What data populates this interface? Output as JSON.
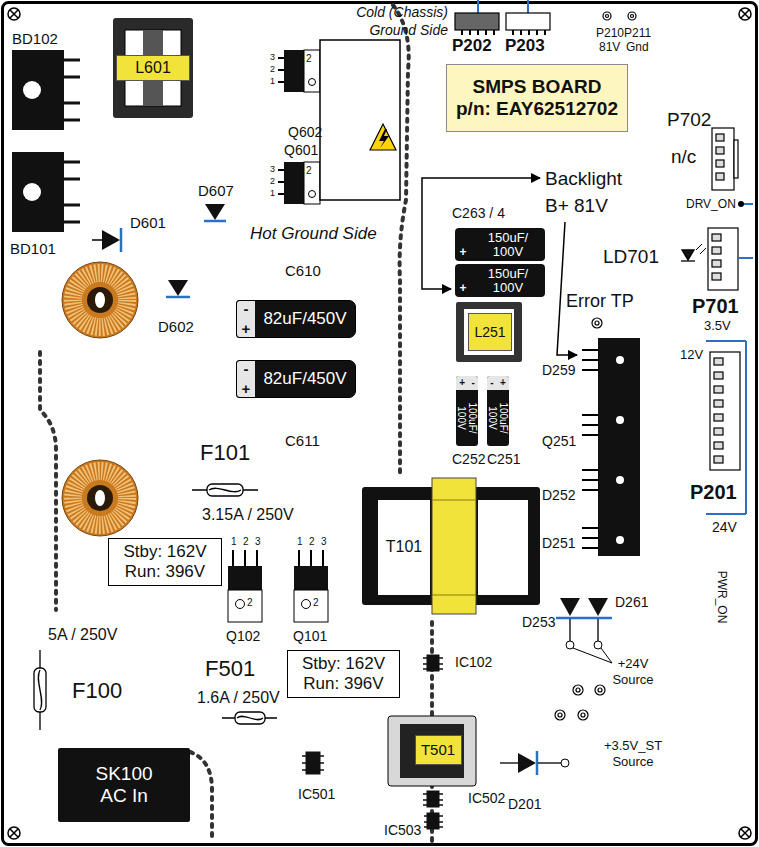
{
  "diagram": {
    "nodes": [
      {
        "text": [
          "L601"
        ]
      },
      {
        "text": [
          "SMPS BOARD",
          "p/n: EAY62512702"
        ]
      },
      {
        "text": [
          "+",
          "150uF/ 100V"
        ]
      },
      {
        "text": [
          "+",
          "150uF/ 100V"
        ]
      },
      {
        "text": [
          "-",
          "+",
          "82uF/450V"
        ]
      },
      {
        "text": [
          "L251"
        ]
      },
      {
        "text": [
          "-",
          "+",
          "82uF/450V"
        ]
      },
      {
        "text": [
          "+",
          "-",
          "100uF/ 100V"
        ]
      },
      {
        "text": [
          "-",
          "+",
          "100uF/ 100V"
        ]
      },
      {
        "text": [
          "T101"
        ]
      },
      {
        "text": [
          "Stby: 162V Run: 396V"
        ]
      },
      {
        "text": [
          "Stby: 162V Run: 396V"
        ]
      },
      {
        "text": [
          "T501"
        ]
      },
      {
        "text": [
          "SK100 AC In"
        ]
      }
    ],
    "labels": [
      "Cold (Chassis) Ground Side",
      "P202",
      "P203",
      "P210",
      "P211",
      "81V",
      "Gnd",
      "BD102",
      "BD101",
      "Q602",
      "3",
      "2",
      "1",
      "2",
      "Q601",
      "3",
      "2",
      "1",
      "2",
      "D607",
      "D601",
      "Hot Ground Side",
      "D602",
      "C610",
      "C611",
      "F101",
      "3.15A / 250V",
      "1",
      "2",
      "3",
      "1",
      "2",
      "3",
      "2",
      "2",
      "Q102",
      "Q101",
      "5A / 250V",
      "F100",
      "F501",
      "1.6A / 250V",
      "IC102",
      "IC501",
      "IC502",
      "IC503",
      "D201",
      "+3.5V_ST Source",
      "+24V Source",
      "D261",
      "D253",
      "PWR_ON",
      "24V",
      "P201",
      "12V",
      "3.5V",
      "D259",
      "Q251",
      "D252",
      "D251",
      "C252",
      "C251",
      "Error TP",
      "P701",
      "LD701",
      "DRV_ON",
      "Backlight B+ 81V",
      "C263 / 4",
      "P702",
      "n/c"
    ]
  }
}
